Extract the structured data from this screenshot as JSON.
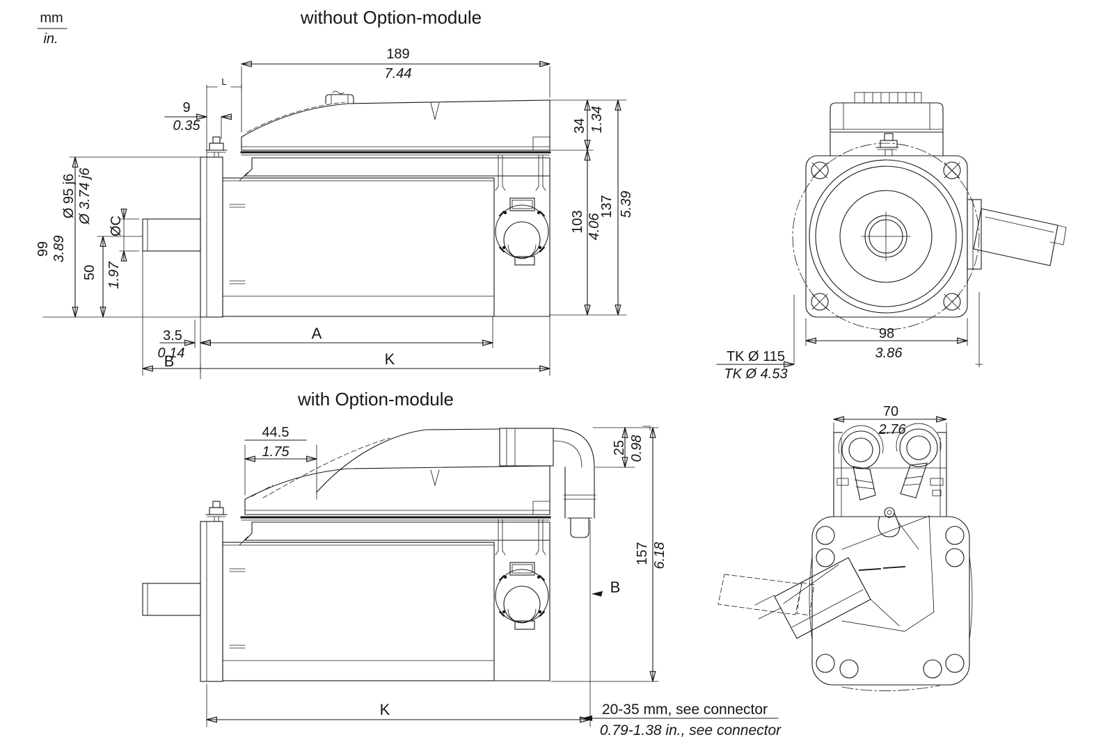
{
  "units": {
    "mm": "mm",
    "in": "in."
  },
  "titles": {
    "without": "without Option-module",
    "with": "with Option-module"
  },
  "v1": {
    "d189": {
      "mm": "189",
      "in": "7.44"
    },
    "d9": {
      "mm": "9",
      "in": "0.35"
    },
    "dL": "L",
    "d95": {
      "mm": "Ø 95 j6",
      "in": "Ø 3.74 j6"
    },
    "dC": "ØC",
    "d99": {
      "mm": "99",
      "in": "3.89"
    },
    "d50": {
      "mm": "50",
      "in": "1.97"
    },
    "d34": {
      "mm": "34",
      "in": "1.34"
    },
    "d103": {
      "mm": "103",
      "in": "4.06"
    },
    "d137": {
      "mm": "137",
      "in": "5.39"
    },
    "d35": {
      "mm": "3.5",
      "in": "0.14"
    },
    "A": "A",
    "B": "B",
    "K": "K"
  },
  "front": {
    "d98": {
      "mm": "98",
      "in": "3.86"
    },
    "tk": {
      "mm": "TK Ø 115",
      "in": "TK Ø 4.53"
    }
  },
  "v2": {
    "d445": {
      "mm": "44.5",
      "in": "1.75"
    },
    "d25": {
      "mm": "25",
      "in": "0.98"
    },
    "d157": {
      "mm": "157",
      "in": "6.18"
    },
    "B": "B",
    "K": "K",
    "note": {
      "mm": "20-35 mm, see connector",
      "in": "0.79-1.38 in., see connector"
    }
  },
  "rear": {
    "d70": {
      "mm": "70",
      "in": "2.76"
    }
  }
}
